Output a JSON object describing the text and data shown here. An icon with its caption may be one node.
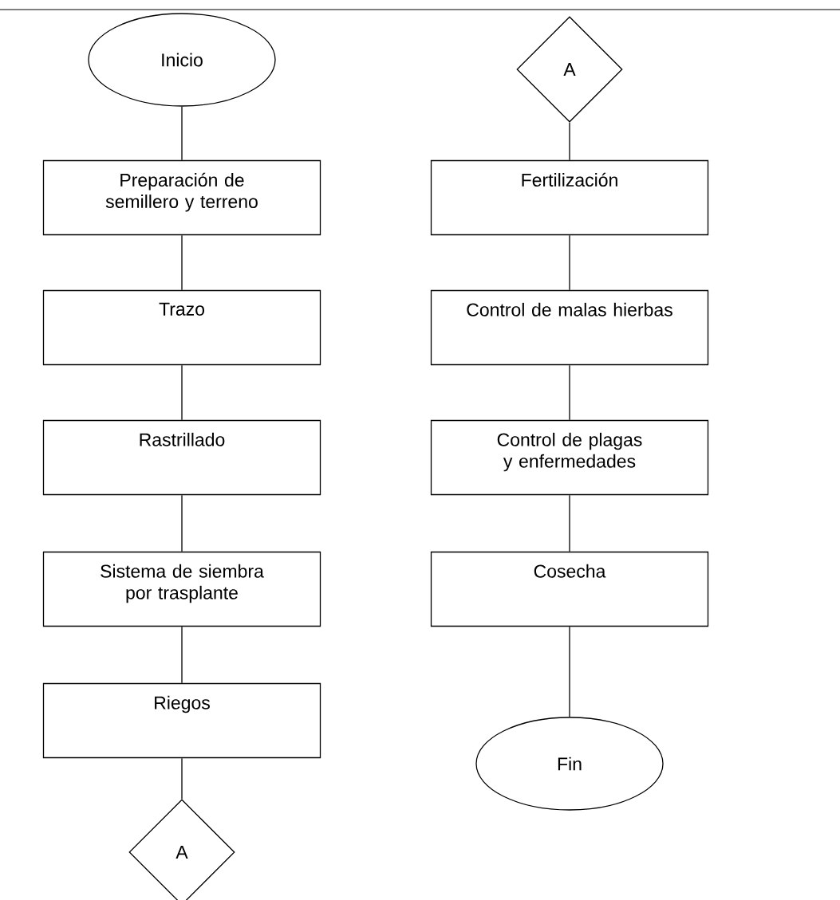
{
  "diagram": {
    "nodes": [
      {
        "text": [
          "Inicio"
        ]
      },
      {
        "text": [
          "Preparación de semillero y terreno"
        ]
      },
      {
        "text": [
          "Trazo"
        ]
      },
      {
        "text": [
          "Rastrillado"
        ]
      },
      {
        "text": [
          "Sistema de siembra por trasplante"
        ]
      },
      {
        "text": [
          "Riegos"
        ]
      },
      {
        "text": [
          "A"
        ]
      },
      {
        "text": [
          "A"
        ]
      },
      {
        "text": [
          "Fertilización"
        ]
      },
      {
        "text": [
          "Control de malas hierbas"
        ]
      },
      {
        "text": [
          "Control de plagas y enfermedades"
        ]
      },
      {
        "text": [
          "Cosecha"
        ]
      },
      {
        "text": [
          "Fin"
        ]
      }
    ],
    "edges": [
      {
        "from": 0,
        "to": 1,
        "arrow": "none"
      },
      {
        "from": 1,
        "to": 2,
        "arrow": "none"
      },
      {
        "from": 2,
        "to": 3,
        "arrow": "none"
      },
      {
        "from": 3,
        "to": 4,
        "arrow": "none"
      },
      {
        "from": 4,
        "to": 5,
        "arrow": "none"
      },
      {
        "from": 5,
        "to": 6,
        "arrow": "none"
      },
      {
        "from": 7,
        "to": 8,
        "arrow": "none"
      },
      {
        "from": 8,
        "to": 9,
        "arrow": "none"
      },
      {
        "from": 9,
        "to": 10,
        "arrow": "none"
      },
      {
        "from": 10,
        "to": 11,
        "arrow": "none"
      },
      {
        "from": 11,
        "to": 12,
        "arrow": "none"
      }
    ]
  }
}
